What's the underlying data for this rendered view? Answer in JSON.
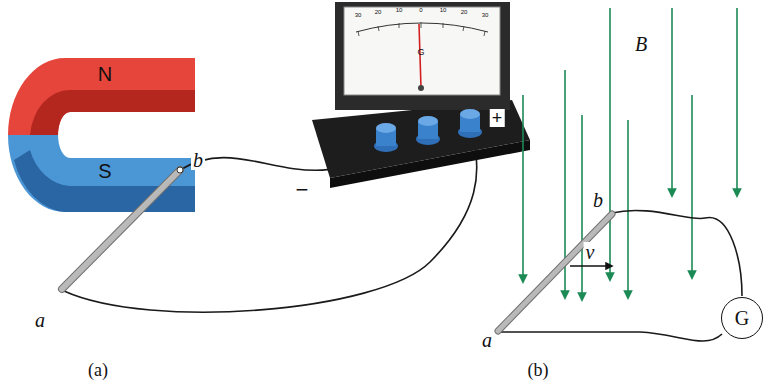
{
  "diagram": {
    "nodes": [
      {
        "text": [
          "G"
        ]
      }
    ],
    "labels": [
      "N",
      "S",
      "b",
      "a",
      "−",
      "+",
      "G",
      "30",
      "20",
      "10",
      "0",
      "10",
      "20",
      "30",
      "(a)",
      "b",
      "a",
      "B",
      "v",
      "(b)"
    ]
  }
}
